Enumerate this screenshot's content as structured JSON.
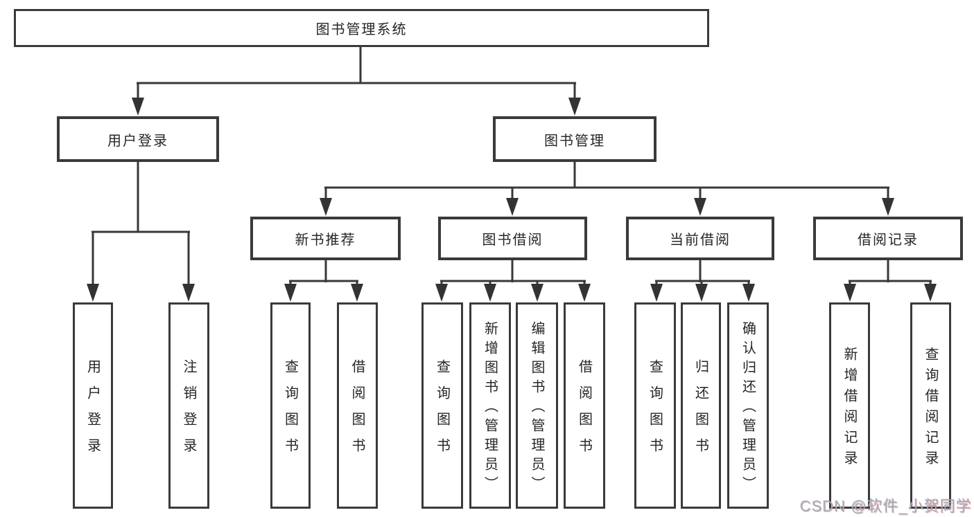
{
  "diagram": {
    "title_node": {
      "label": "图书管理系统"
    },
    "level2": [
      {
        "label": "用户登录"
      },
      {
        "label": "图书管理"
      }
    ],
    "level3": [
      {
        "label": "新书推荐",
        "parent": "图书管理"
      },
      {
        "label": "图书借阅",
        "parent": "图书管理"
      },
      {
        "label": "当前借阅",
        "parent": "图书管理"
      },
      {
        "label": "借阅记录",
        "parent": "图书管理"
      }
    ],
    "level4": [
      {
        "label": "用户登录",
        "parent": "用户登录"
      },
      {
        "label": "注销登录",
        "parent": "用户登录"
      },
      {
        "label": "查询图书",
        "parent": "新书推荐"
      },
      {
        "label": "借阅图书",
        "parent": "新书推荐"
      },
      {
        "label": "查询图书",
        "parent": "图书借阅"
      },
      {
        "label": "新增图书（管理员）",
        "parent": "图书借阅"
      },
      {
        "label": "编辑图书（管理员）",
        "parent": "图书借阅"
      },
      {
        "label": "借阅图书",
        "parent": "图书借阅"
      },
      {
        "label": "查询图书",
        "parent": "当前借阅"
      },
      {
        "label": "归还图书",
        "parent": "当前借阅"
      },
      {
        "label": "确认归还（管理员）",
        "parent": "当前借阅"
      },
      {
        "label": "新增借阅记录",
        "parent": "借阅记录"
      },
      {
        "label": "查询借阅记录",
        "parent": "借阅记录"
      }
    ],
    "colors": {
      "line": "#383838",
      "box_border": "#3a3a3a",
      "text": "#262626",
      "background": "#ffffff",
      "watermark": "#a9a9a9"
    }
  },
  "watermark": {
    "text": "CSDN @软件_小贺同学"
  }
}
